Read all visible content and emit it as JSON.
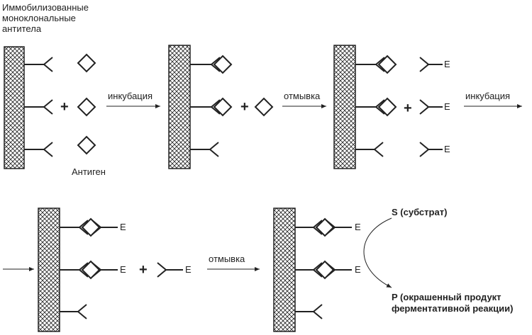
{
  "labels": {
    "immobilized_line1": "Иммобилизованные",
    "immobilized_line2": "моноклональные",
    "immobilized_line3": "антитела",
    "antigen": "Антиген",
    "incubation": "инкубация",
    "wash": "отмывка",
    "substrate": "S (субстрат)",
    "product_line1": "P (окрашенный продукт",
    "product_line2": "ферментативной реакции)",
    "enzyme": "E",
    "plus": "+"
  },
  "colors": {
    "stroke": "#222222",
    "background": "#ffffff"
  }
}
